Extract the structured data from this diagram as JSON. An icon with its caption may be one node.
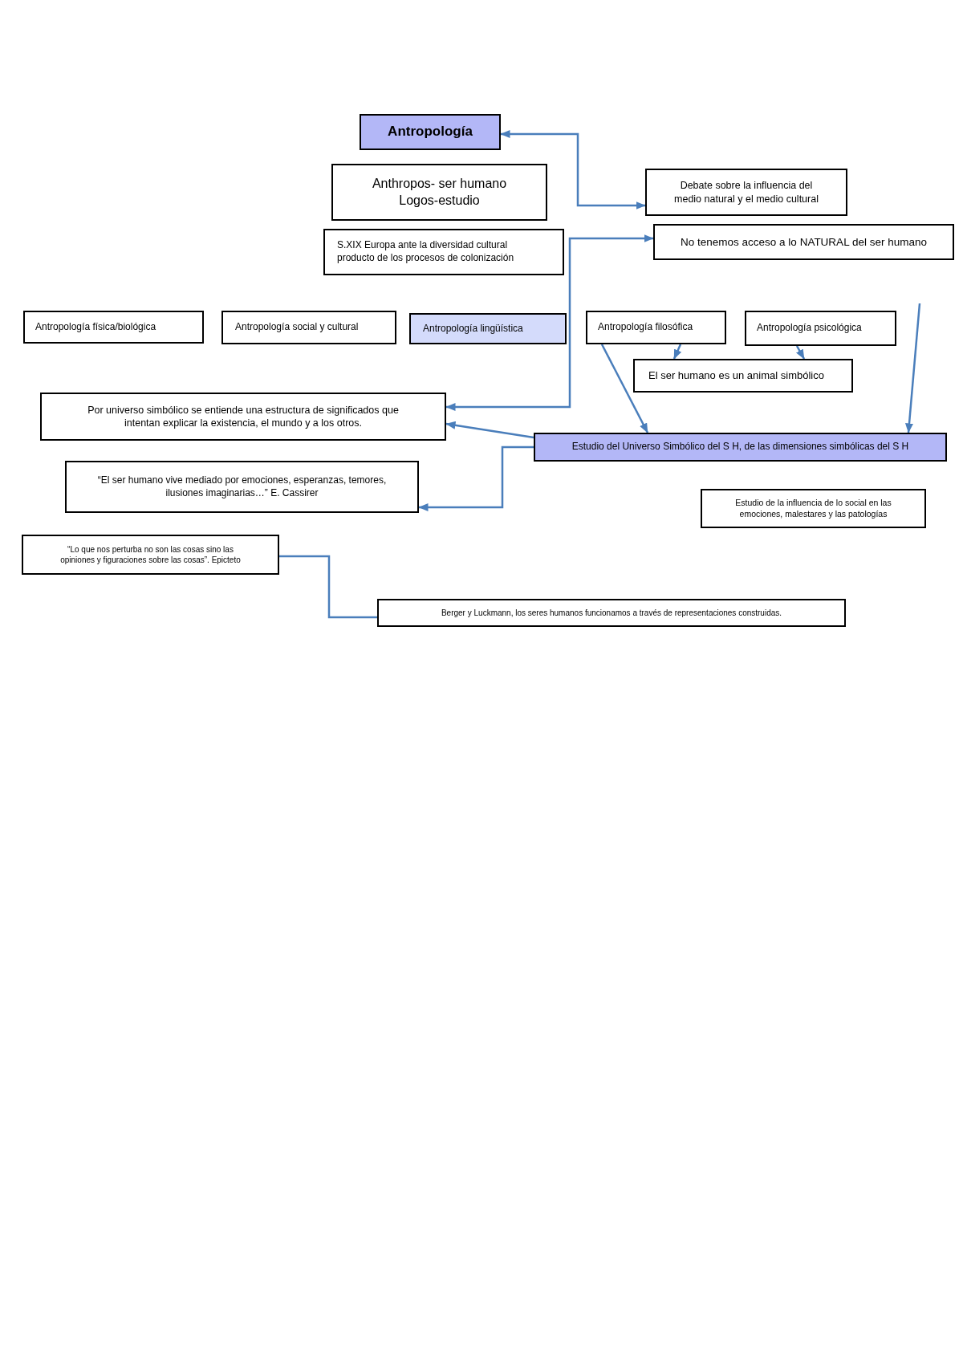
{
  "diagram": {
    "nodes": [
      {
        "text": [
          "Antropología"
        ]
      },
      {
        "text": [
          "Anthropos- ser humano Logos-estudio"
        ]
      },
      {
        "text": [
          "S.XIX Europa ante la diversidad cultural producto de los procesos de colonización"
        ]
      },
      {
        "text": [
          "Debate sobre la influencia del medio natural y el medio cultural"
        ]
      },
      {
        "text": [
          "No tenemos acceso a lo NATURAL del ser humano"
        ]
      },
      {
        "text": [
          "Antropología física/biológica"
        ]
      },
      {
        "text": [
          "Antropología social y cultural"
        ]
      },
      {
        "text": [
          "Antropología lingüística"
        ]
      },
      {
        "text": [
          "Antropología filosófica"
        ]
      },
      {
        "text": [
          "Antropología psicológica"
        ]
      },
      {
        "text": [
          "El ser humano es un animal simbólico"
        ]
      },
      {
        "text": [
          "Por universo simbólico se entiende una estructura de significados que intentan explicar la existencia, el mundo y a los otros."
        ]
      },
      {
        "text": [
          "Estudio del Universo Simbólico del S H, de las dimensiones simbólicas del S H"
        ]
      },
      {
        "text": [
          "“El ser humano vive mediado por emociones, esperanzas, temores, ilusiones imaginarias…” E. Cassirer"
        ]
      },
      {
        "text": [
          "Estudio de la influencia de lo social en las emociones, malestares y las patologías"
        ]
      },
      {
        "text": [
          "“Lo que nos perturba no son las cosas sino las opiniones y figuraciones sobre las cosas”. Epicteto"
        ]
      },
      {
        "text": [
          "Berger y Luckmann, los seres humanos funcionamos a través de representaciones construidas."
        ]
      }
    ],
    "edges": [
      {
        "from": 0,
        "to": 3,
        "arrow": "both"
      },
      {
        "from": 11,
        "to": 4,
        "arrow": "both"
      },
      {
        "from": 8,
        "to": 10,
        "arrow": "to"
      },
      {
        "from": 9,
        "to": 10,
        "arrow": "to"
      },
      {
        "from": 8,
        "to": 12,
        "arrow": "to"
      },
      {
        "from": null,
        "to": 12,
        "arrow": "to"
      },
      {
        "from": 12,
        "to": 11,
        "arrow": "to"
      },
      {
        "from": 12,
        "to": 13,
        "arrow": "to"
      },
      {
        "from": 15,
        "to": 16,
        "arrow": "none"
      }
    ]
  }
}
